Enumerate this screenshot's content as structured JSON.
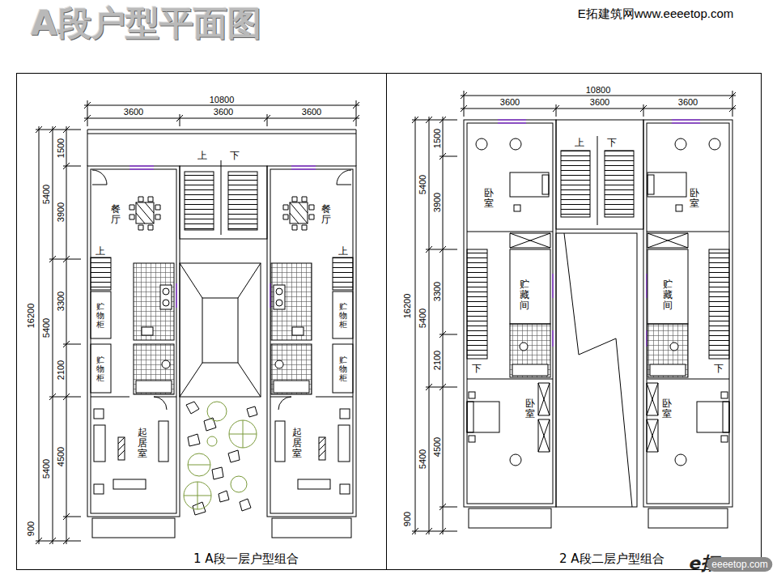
{
  "diagram": {
    "title": "A段户型平面图",
    "nodes": [
      {
        "text": [
          "1 A段一层户型组合"
        ]
      },
      {
        "text": [
          "2 A段二层户型组合"
        ]
      }
    ],
    "labels": [
      "E拓建筑网www.eeeetop.com",
      "10800",
      "3600",
      "3600",
      "3600",
      "16200",
      "5400",
      "5400",
      "5400",
      "1500",
      "3900",
      "3300",
      "2100",
      "4500",
      "900",
      "上",
      "下",
      "餐厅",
      "餐厅",
      "上",
      "上",
      "贮物柜",
      "贮物柜",
      "贮物柜",
      "贮物柜",
      "起居室",
      "起居室",
      "10800",
      "3600",
      "3600",
      "3600",
      "16200",
      "5400",
      "5400",
      "5400",
      "1500",
      "3900",
      "3300",
      "2100",
      "4500",
      "900",
      "上",
      "下",
      "卧室",
      "卧室",
      "贮藏间",
      "贮藏间",
      "下",
      "下",
      "卧室",
      "卧室",
      "e拓",
      "eeeetop.com"
    ]
  }
}
